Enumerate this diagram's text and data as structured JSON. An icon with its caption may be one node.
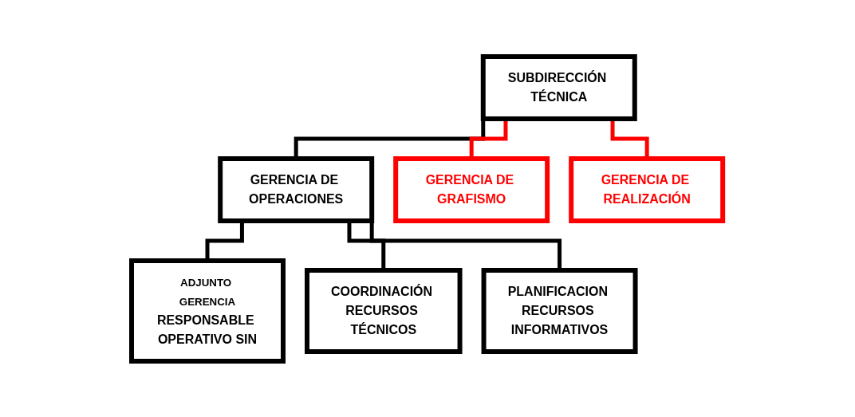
{
  "diagram": {
    "nodes": [
      {
        "text": [
          "SUBDIRECCIÓN TÉCNICA"
        ]
      },
      {
        "text": [
          "GERENCIA DE OPERACIONES"
        ]
      },
      {
        "text": [
          "GERENCIA DE GRAFISMO"
        ]
      },
      {
        "text": [
          "GERENCIA DE REALIZACIÓN"
        ]
      },
      {
        "text": [
          "ADJUNTO GERENCIA",
          "RESPONSABLE OPERATIVO SIN"
        ]
      },
      {
        "text": [
          "COORDINACIÓN RECURSOS TÉCNICOS"
        ]
      },
      {
        "text": [
          "PLANIFICACION RECURSOS INFORMATIVOS"
        ]
      }
    ],
    "edges": [
      {
        "from": 0,
        "to": 1,
        "arrow": "none"
      },
      {
        "from": 0,
        "to": 2,
        "arrow": "none",
        "color": "#ff0000"
      },
      {
        "from": 0,
        "to": 3,
        "arrow": "none",
        "color": "#ff0000"
      },
      {
        "from": 1,
        "to": 4,
        "arrow": "none"
      },
      {
        "from": 1,
        "to": 5,
        "arrow": "none"
      },
      {
        "from": 1,
        "to": 6,
        "arrow": "none"
      }
    ]
  }
}
